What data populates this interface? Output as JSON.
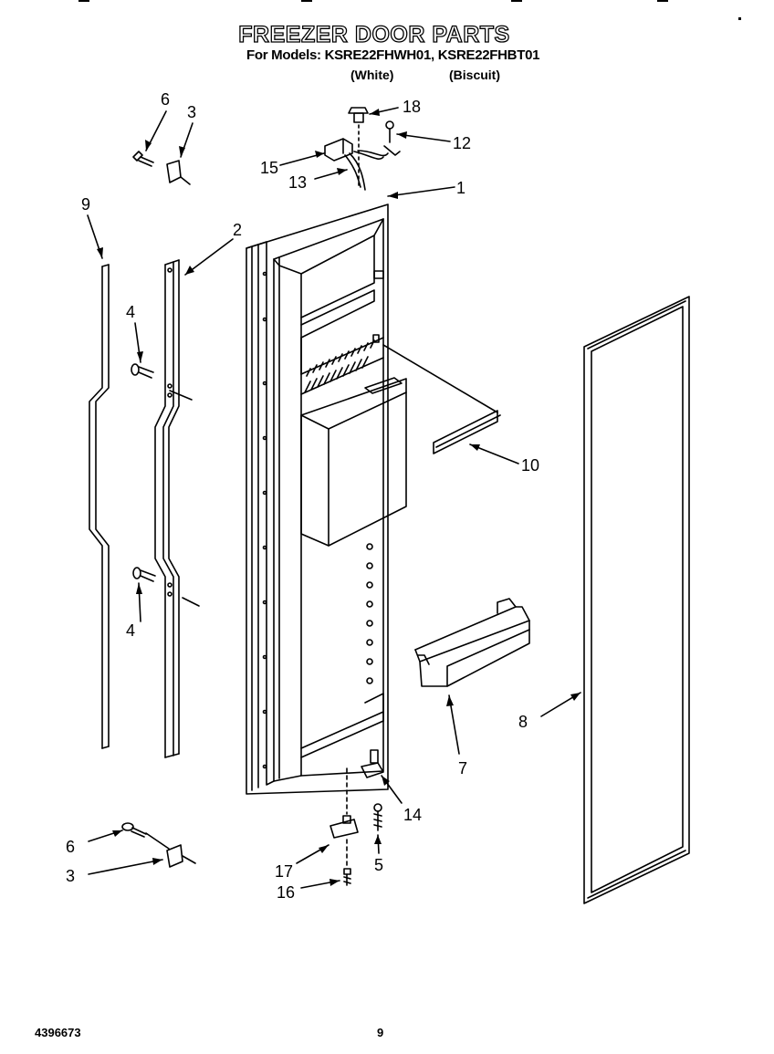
{
  "header": {
    "title": "FREEZER DOOR PARTS",
    "models_line": "For Models: KSRE22FHWH01, KSRE22FHBT01",
    "variant_white": "(White)",
    "variant_biscuit": "(Biscuit)"
  },
  "footer": {
    "doc_number": "4396673",
    "page_number": "9"
  },
  "callouts": {
    "p1": "1",
    "p2": "2",
    "p3a": "3",
    "p3b": "3",
    "p4a": "4",
    "p4b": "4",
    "p5": "5",
    "p6a": "6",
    "p6b": "6",
    "p7": "7",
    "p8": "8",
    "p9": "9",
    "p10": "10",
    "p12": "12",
    "p13": "13",
    "p14": "14",
    "p15": "15",
    "p16": "16",
    "p17": "17",
    "p18": "18"
  }
}
